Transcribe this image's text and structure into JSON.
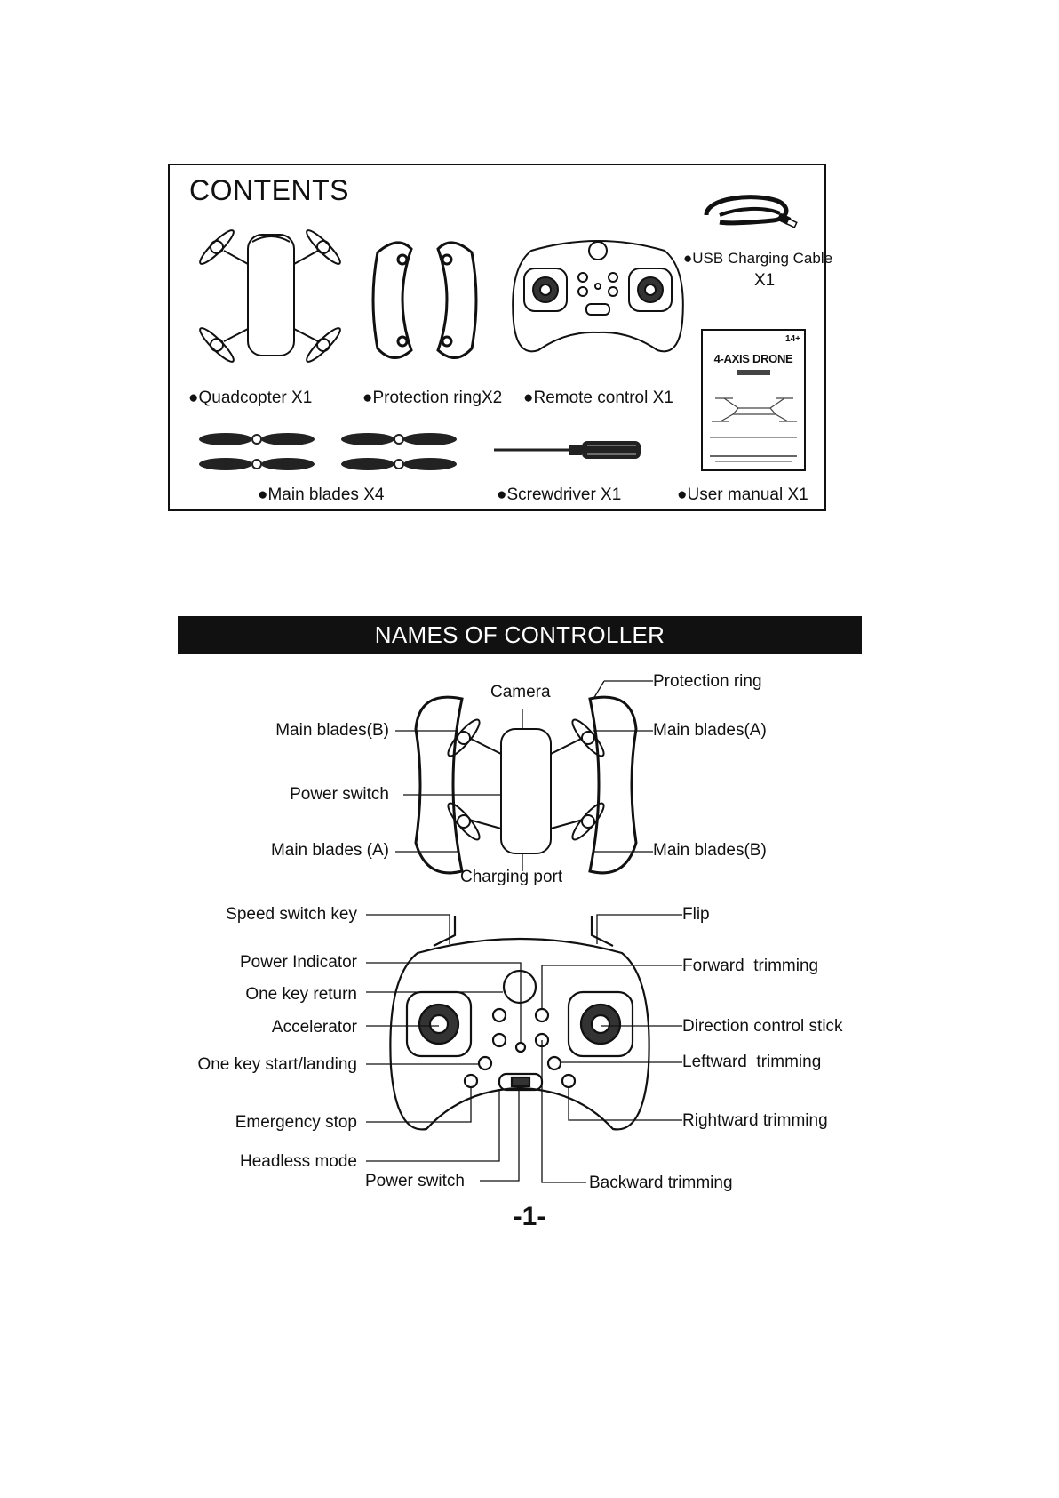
{
  "contents": {
    "title": "CONTENTS",
    "items": {
      "usb_line1": "●USB Charging Cable",
      "usb_line2": "X1",
      "quadcopter": "●Quadcopter X1",
      "protection_ring": "●Protection ringX2",
      "remote_control": "●Remote control X1",
      "main_blades": "●Main blades X4",
      "screwdriver": "●Screwdriver X1",
      "user_manual": "●User manual X1"
    },
    "manual_cover": {
      "title": "4-AXIS DRONE",
      "age": "14+"
    }
  },
  "controller": {
    "heading": "NAMES OF CONTROLLER",
    "drone_labels": {
      "camera": "Camera",
      "protection_ring": "Protection ring",
      "main_blades_b_left": "Main blades(B)",
      "main_blades_a_right": "Main blades(A)",
      "power_switch": "Power switch",
      "main_blades_a_left": "Main blades (A)",
      "main_blades_b_right": "Main blades(B)",
      "charging_port": "Charging port"
    },
    "remote_labels": {
      "speed_switch_key": "Speed switch key",
      "flip": "Flip",
      "power_indicator": "Power Indicator",
      "forward_trimming": "Forward  trimming",
      "one_key_return": "One key return",
      "accelerator": "Accelerator",
      "direction_control_stick": "Direction control stick",
      "one_key_start_landing": "One key start/landing",
      "leftward_trimming": "Leftward  trimming",
      "emergency_stop": "Emergency stop",
      "rightward_trimming": "Rightward trimming",
      "headless_mode": "Headless mode",
      "power_switch": "Power switch",
      "backward_trimming": "Backward trimming"
    }
  },
  "page_number": "-1-"
}
